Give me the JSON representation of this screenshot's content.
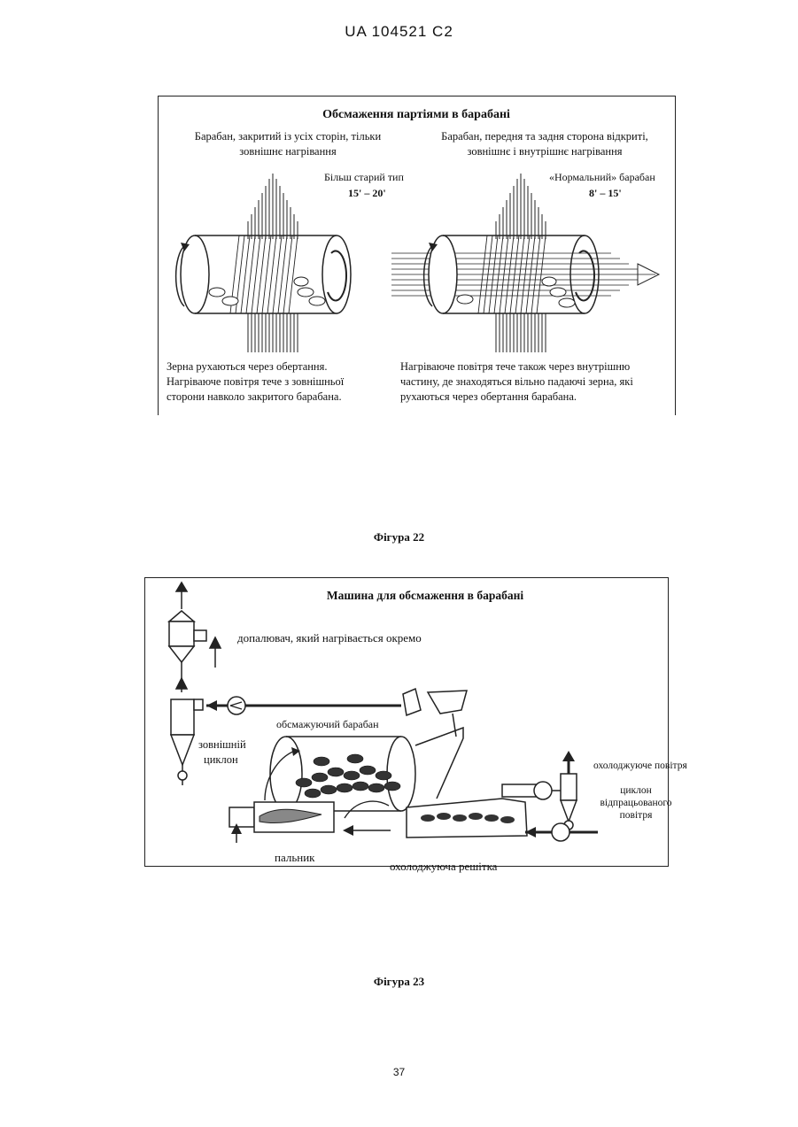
{
  "header": {
    "patent_id": "UA   104521   C2"
  },
  "figure22": {
    "title": "Обсмаження партіями в барабані",
    "left": {
      "heading_line1": "Барабан, закритий із усіх сторін, тільки",
      "heading_line2": "зовнішнє нагрівання",
      "type_label": "Більш старий тип",
      "time": "15' – 20'",
      "desc_line1": "Зерна рухаються через обертання.",
      "desc_line2": "Нагріваюче повітря тече з зовнішньої",
      "desc_line3": "сторони навколо закритого барабана."
    },
    "right": {
      "heading_line1": "Барабан, передня та задня сторона відкриті,",
      "heading_line2": "зовнішнє і внутрішнє нагрівання",
      "type_label": "«Нормальний» барабан",
      "time": "8' – 15'",
      "desc_line1": "Нагріваюче повітря тече також через внутрішню",
      "desc_line2": "частину, де знаходяться вільно падаючі зерна, які",
      "desc_line3": "рухаються через обертання барабана."
    },
    "caption": "Фігура 22"
  },
  "figure23": {
    "title": "Машина для обсмаження в барабані",
    "afterburner": "допалювач, який нагрівається окремо",
    "roasting_drum": "обсмажуючий барабан",
    "outer_cyclone_line1": "зовнішній",
    "outer_cyclone_line2": "циклон",
    "cooling_air": "охолоджуюче повітря",
    "exhaust_cyclone_line1": "циклон",
    "exhaust_cyclone_line2": "відпрацьованого",
    "exhaust_cyclone_line3": "повітря",
    "burner": "пальник",
    "cooling_grate": "охолоджуюча решітка",
    "caption": "Фігура 23"
  },
  "page_number": "37"
}
